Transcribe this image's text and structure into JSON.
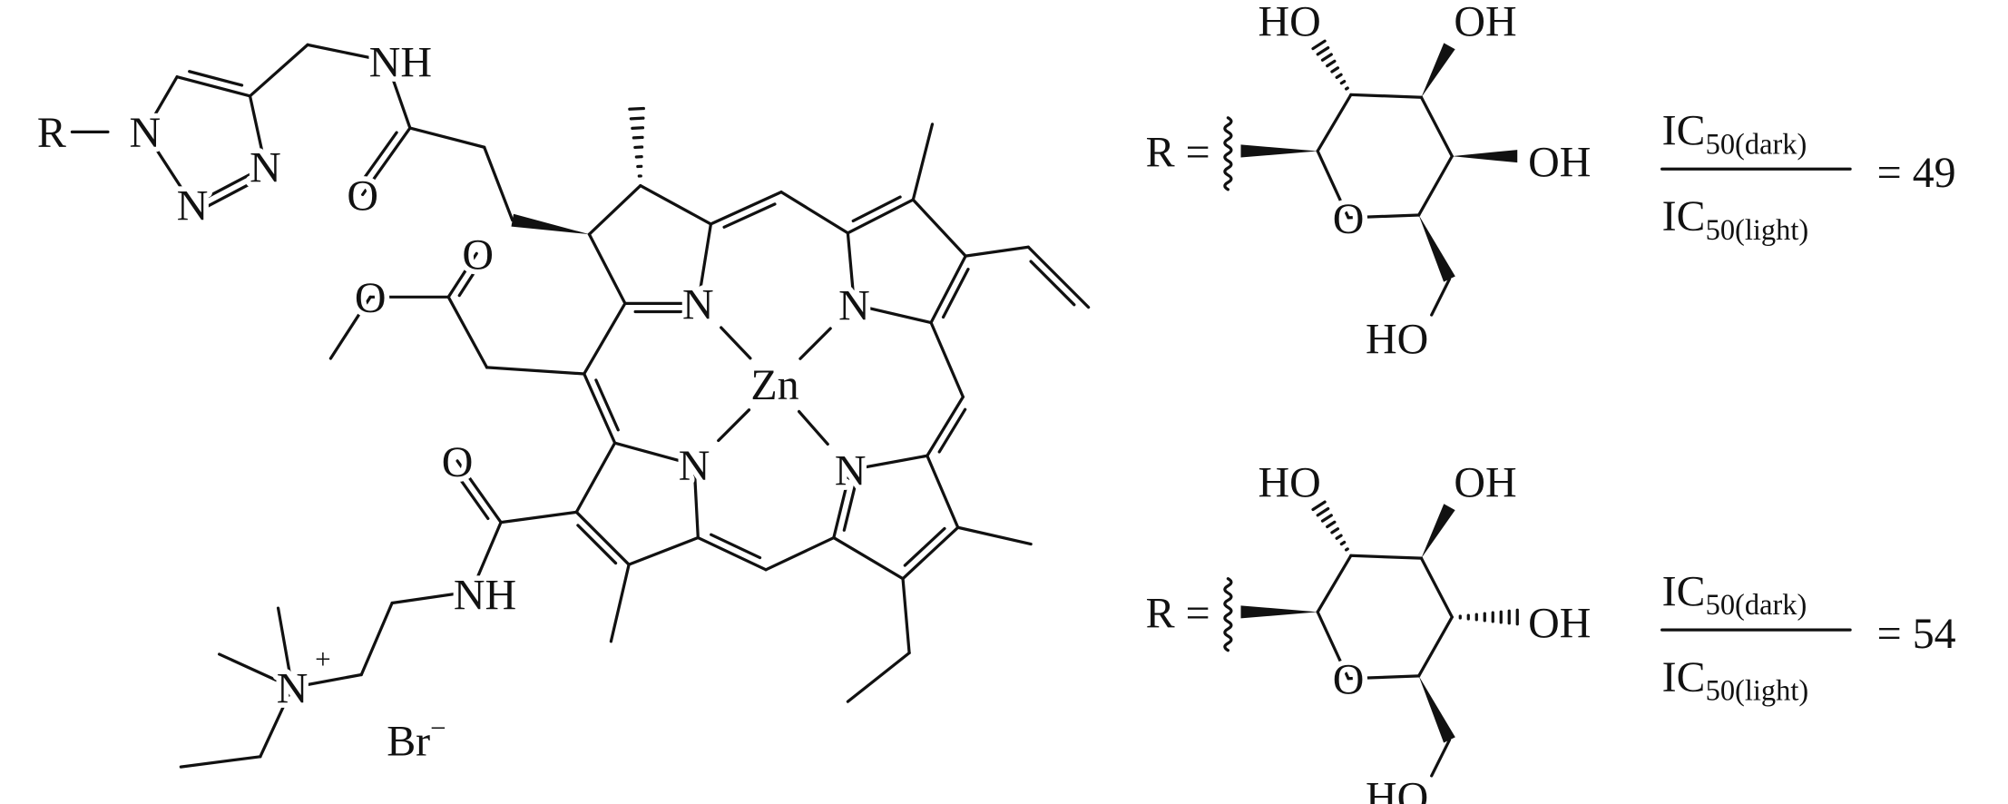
{
  "porphyrin": {
    "r_group": "R",
    "triazole_n1": "N",
    "triazole_n2": "N",
    "triazole_n3": "N",
    "amide_nh_top": "NH",
    "amide_o_top": "O",
    "ester_carbonyl_o": "O",
    "ester_o": "O",
    "pyrrole_n_a": "N",
    "pyrrole_n_b": "N",
    "pyrrole_n_c": "N",
    "pyrrole_n_d": "N",
    "metal": "Zn",
    "amide_o_bottom": "O",
    "amide_nh_bottom": "NH",
    "ammonium_n": "N",
    "ammonium_charge": "+",
    "counterion": "Br",
    "counterion_charge": "−"
  },
  "substituents": [
    {
      "r_label": "R =",
      "ho_top": "HO",
      "oh_top": "OH",
      "oh_right": "OH",
      "ring_o": "O",
      "ho_bottom": "HO",
      "c4_stereo": "wedge",
      "ratio": {
        "numerator": "IC",
        "numerator_sub": "50(dark)",
        "denominator": "IC",
        "denominator_sub": "50(light)",
        "value": "= 49"
      }
    },
    {
      "r_label": "R =",
      "ho_top": "HO",
      "oh_top": "OH",
      "oh_right": "OH",
      "ring_o": "O",
      "ho_bottom": "HO",
      "c4_stereo": "hash",
      "ratio": {
        "numerator": "IC",
        "numerator_sub": "50(dark)",
        "denominator": "IC",
        "denominator_sub": "50(light)",
        "value": "= 54"
      }
    }
  ]
}
